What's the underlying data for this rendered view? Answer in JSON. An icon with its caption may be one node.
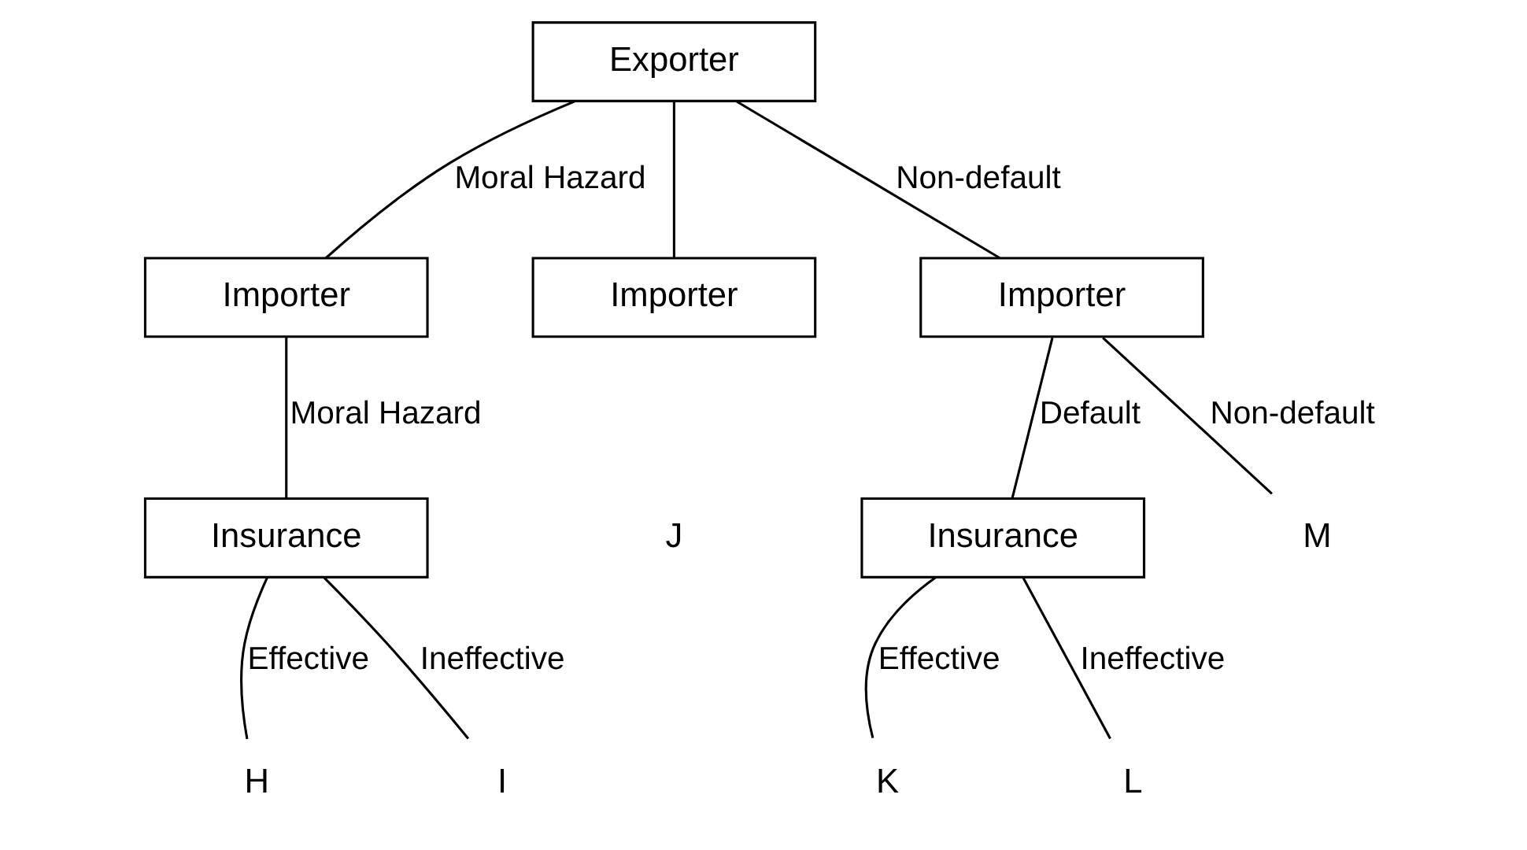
{
  "diagram": {
    "nodes": [
      {
        "text": [
          "Exporter"
        ]
      },
      {
        "text": [
          "Importer"
        ]
      },
      {
        "text": [
          "Importer"
        ]
      },
      {
        "text": [
          "Importer"
        ]
      },
      {
        "text": [
          "Insurance"
        ]
      },
      {
        "text": [
          "Insurance"
        ]
      },
      {
        "text": [
          "H"
        ]
      },
      {
        "text": [
          "I"
        ]
      },
      {
        "text": [
          "K"
        ]
      },
      {
        "text": [
          "L"
        ]
      },
      {
        "text": [
          "M"
        ]
      }
    ],
    "edges": [
      {
        "from": 0,
        "to": 1,
        "arrow": "none",
        "label": "Moral Hazard"
      },
      {
        "from": 0,
        "to": 2,
        "arrow": "none"
      },
      {
        "from": 0,
        "to": 3,
        "arrow": "none",
        "label": "Non-default"
      },
      {
        "from": 1,
        "to": 4,
        "arrow": "none",
        "label": "Moral Hazard"
      },
      {
        "from": 3,
        "to": 5,
        "arrow": "none",
        "label": "Default"
      },
      {
        "from": 3,
        "to": 10,
        "arrow": "none",
        "label": "Non-default"
      },
      {
        "from": 4,
        "to": 6,
        "arrow": "none",
        "label": "Effective"
      },
      {
        "from": 4,
        "to": 7,
        "arrow": "none",
        "label": "Ineffective"
      },
      {
        "from": 5,
        "to": 8,
        "arrow": "none",
        "label": "Effective"
      },
      {
        "from": 5,
        "to": 9,
        "arrow": "none",
        "label": "Ineffective"
      }
    ],
    "labels": [
      "J"
    ]
  }
}
